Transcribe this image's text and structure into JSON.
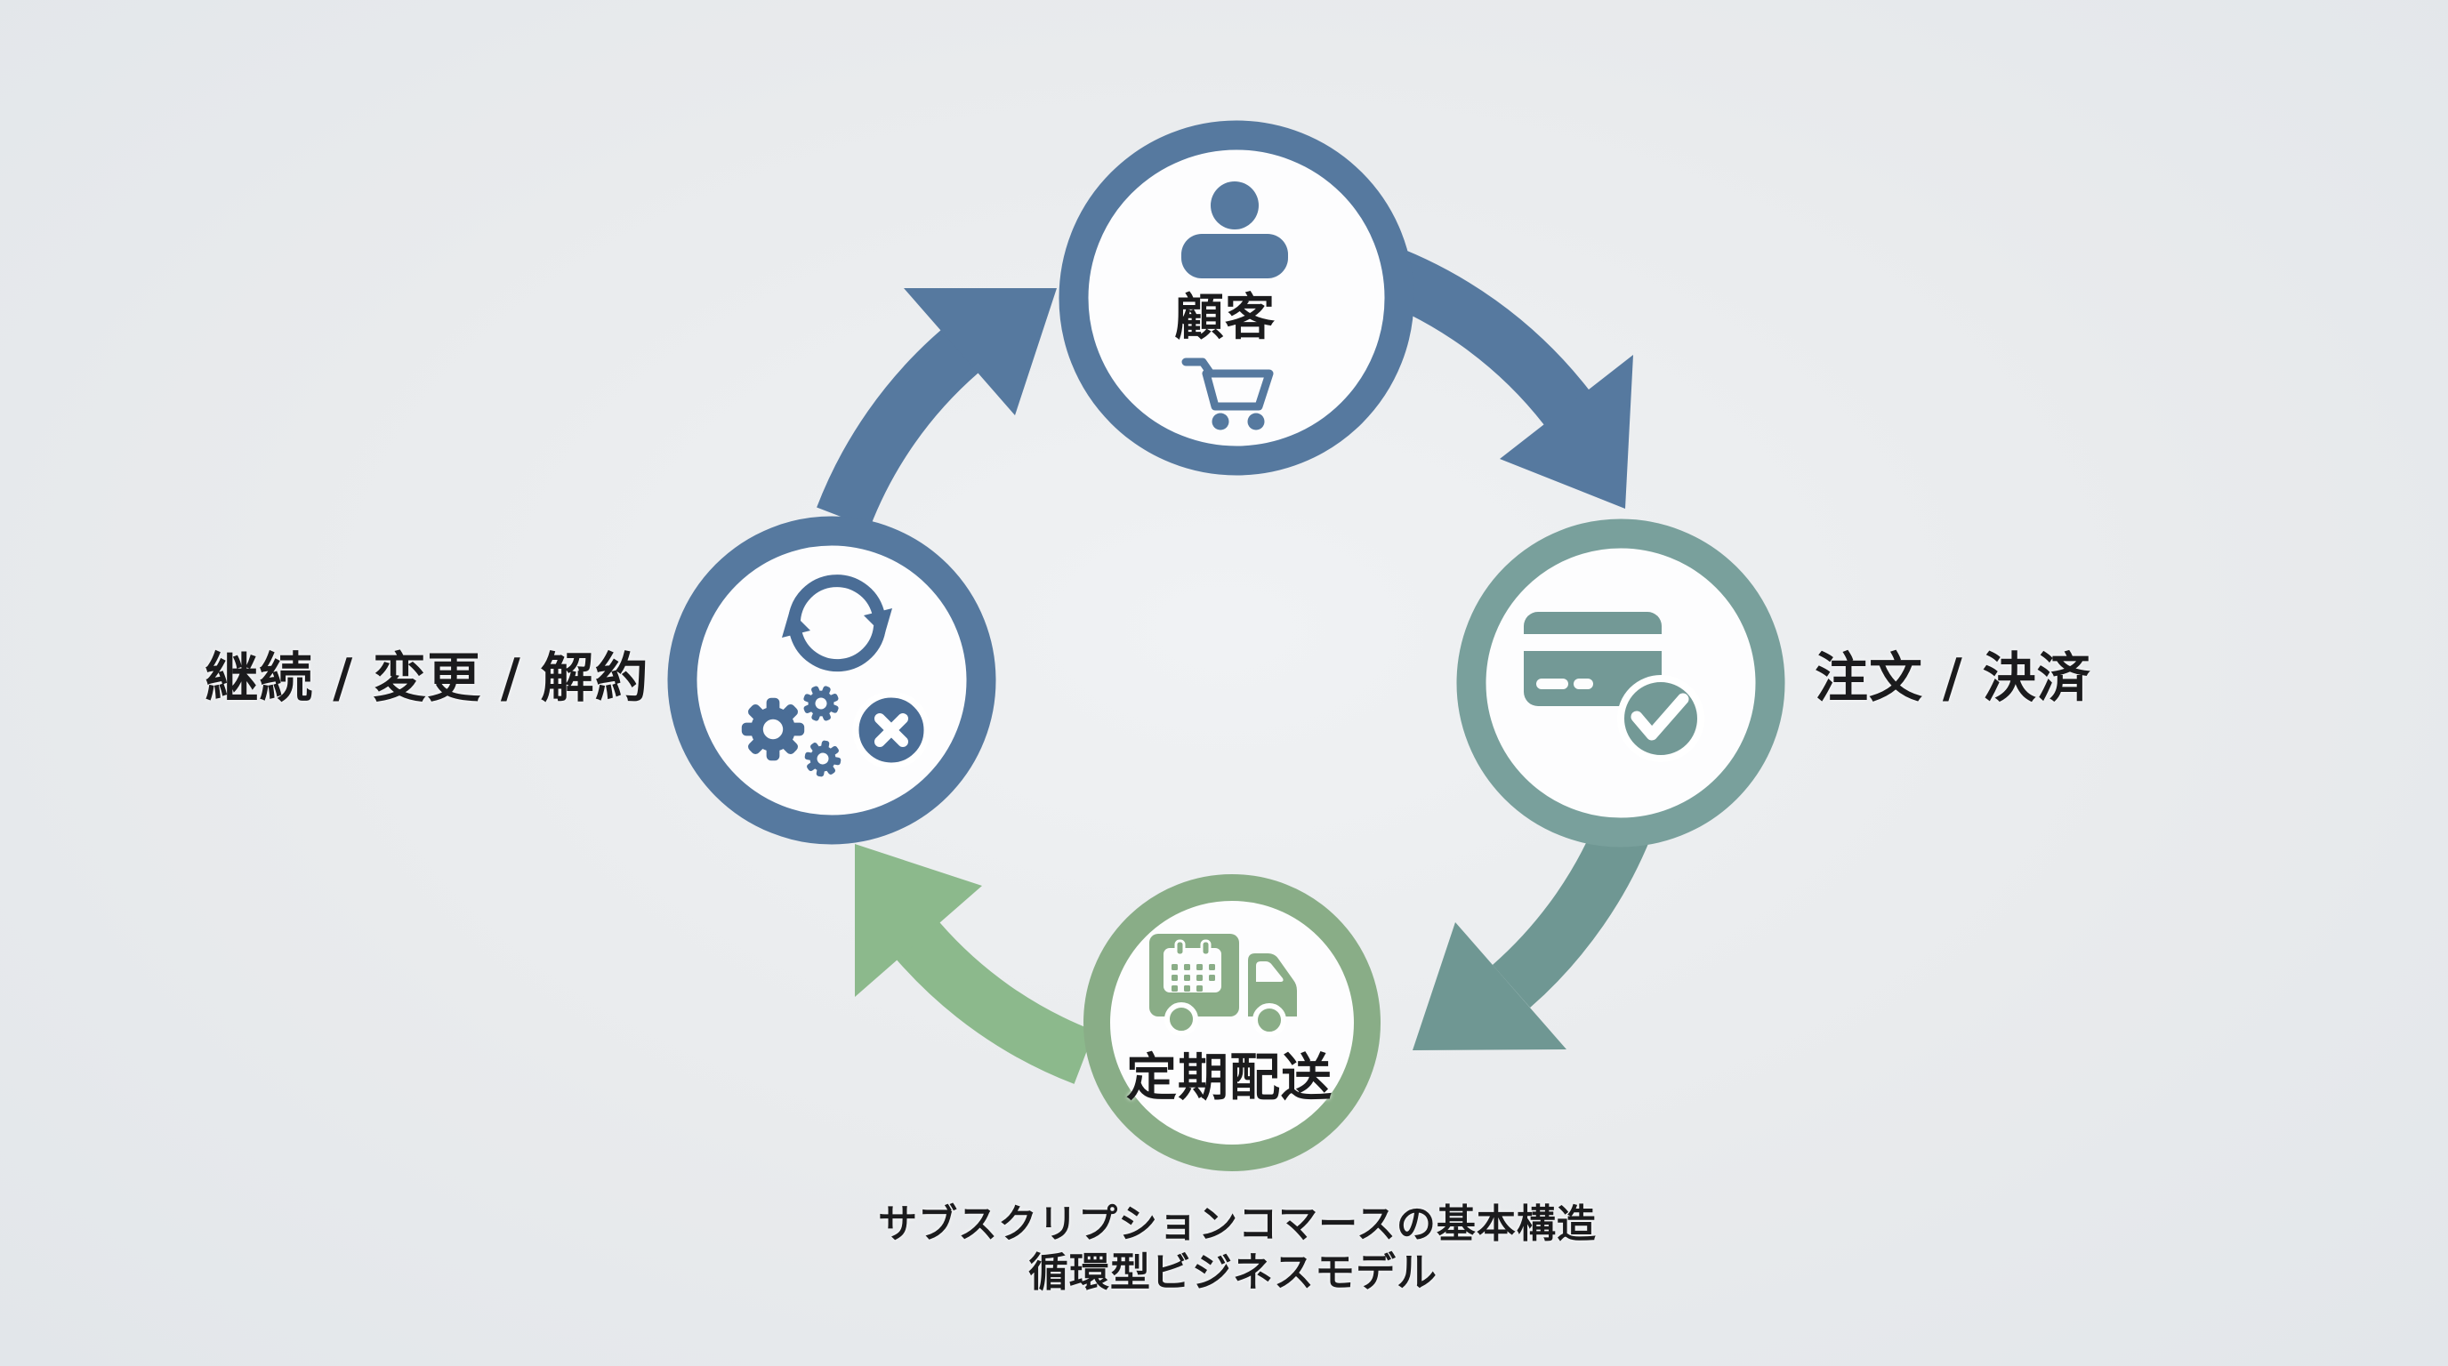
{
  "diagram": {
    "caption_line1": "サブスクリプションコマースの基本構造",
    "caption_line2": "循環型ビジネスモデル",
    "nodes": {
      "customer": {
        "label": "顧客",
        "icons": [
          "person-icon",
          "shopping-cart-icon"
        ]
      },
      "order_payment": {
        "label": "注文 / 決済",
        "icons": [
          "credit-card-icon",
          "check-badge-icon"
        ]
      },
      "recurring_delivery": {
        "label": "定期配送",
        "icons": [
          "delivery-truck-icon",
          "calendar-icon"
        ]
      },
      "renew_change_cancel": {
        "label": "継続 / 変更 / 解約",
        "icons": [
          "sync-icon",
          "gears-icon",
          "cancel-icon"
        ]
      }
    },
    "flow": [
      "customer",
      "order_payment",
      "recurring_delivery",
      "renew_change_cancel"
    ]
  },
  "colors": {
    "bg": "#e9ebed",
    "bg_edge": "#e2e6ea",
    "node_fill": "#fdfdfe",
    "blue": "#56799f",
    "icon_blue": "#4a6d96",
    "teal": "#79a09c",
    "teal_dark": "#6f9793",
    "teal_icon": "#739996",
    "green": "#89ad87",
    "green_arrow": "#8cb98c",
    "green_icon": "#8aad87",
    "text": "#1b1b1d"
  }
}
